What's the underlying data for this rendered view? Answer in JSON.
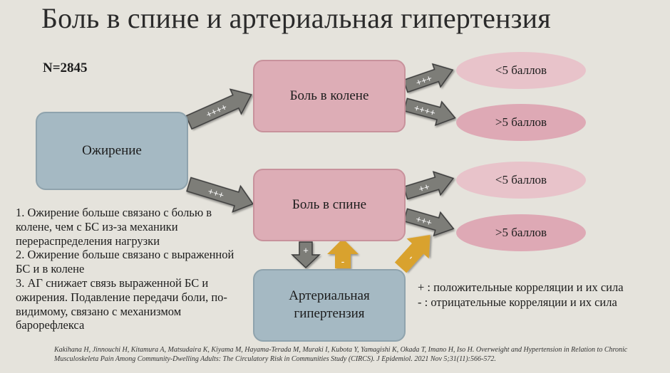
{
  "title": "Боль в спине и артериальная гипертензия",
  "n_label": "N=2845",
  "boxes": {
    "obesity": "Ожирение",
    "knee_pain": "Боль в колене",
    "back_pain": "Боль в спине",
    "hypertension_line1": "Артериальная",
    "hypertension_line2": "гипертензия"
  },
  "ovals": {
    "knee_low": "<5 баллов",
    "knee_high": ">5 баллов",
    "back_low": "<5 баллов",
    "back_high": ">5 баллов"
  },
  "arrows": {
    "obesity_to_knee": "++++",
    "obesity_to_back": "+++",
    "knee_to_low": "+++",
    "knee_to_high": "++++",
    "back_to_low": "++",
    "back_to_high": "+++",
    "back_to_ah": "+",
    "ah_to_back": "-",
    "ah_to_high": "-"
  },
  "notes": [
    "1. Ожирение больше связано с болью в колене, чем с БС из-за механики перераспределения нагрузки",
    "2. Ожирение больше связано с выраженной БС и в колене",
    "3. АГ снижает связь выраженной БС и ожирения. Подавление передачи боли, по-видимому, связано с механизмом барорефлекса"
  ],
  "legend": {
    "positive": "+ : положительные корреляции и их сила",
    "negative": "- : отрицательные корреляции и их сила"
  },
  "citation": "Kakihana H, Jinnouchi H, Kitamura A, Matsudaira K, Kiyama M, Hayama-Terada M, Muraki I, Kubota Y, Yamagishi K, Okada T, Imano H, Iso H. Overweight and Hypertension in Relation to Chronic Musculoskeleta Pain Among Community-Dwelling Adults: The Circulatory Risk in Communities Study (CIRCS). J Epidemiol. 2021 Nov 5;31(11):566-572.",
  "colors": {
    "gray_arrow": "#7d7d78",
    "gold_arrow": "#d9a22e",
    "blue_box": "#a5b9c3",
    "pink_box": "#ddadb6"
  }
}
